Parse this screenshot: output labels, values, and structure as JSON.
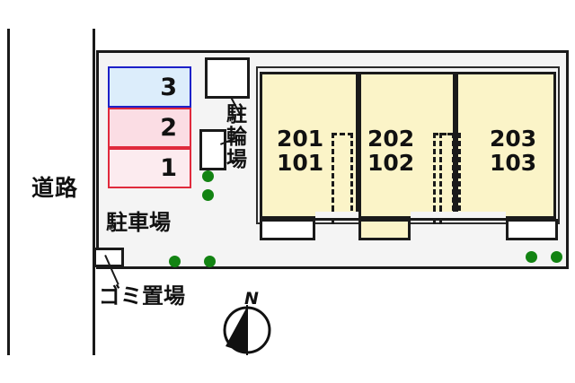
{
  "plan": {
    "type": "property-site-plan",
    "language": "ja",
    "road": {
      "label": "道路"
    },
    "parking": {
      "area_label": "駐車場",
      "stalls": [
        {
          "number": "3",
          "fill_color": "#dcedfb",
          "border_color": "#1d20c8"
        },
        {
          "number": "2",
          "fill_color": "#fbdde4",
          "border_color": "#e02a3c"
        },
        {
          "number": "1",
          "fill_color": "#fcebef",
          "border_color": "#e02a3c"
        }
      ]
    },
    "bicycle_parking": {
      "label": "駐輪場"
    },
    "garbage": {
      "label": "ゴミ置場"
    },
    "building": {
      "fill_color": "#fbf4c8",
      "units": [
        {
          "upper": "201",
          "lower": "101"
        },
        {
          "upper": "202",
          "lower": "102"
        },
        {
          "upper": "203",
          "lower": "103"
        }
      ]
    },
    "compass": {
      "north_label": "N"
    },
    "shrub_color": "#128312"
  }
}
